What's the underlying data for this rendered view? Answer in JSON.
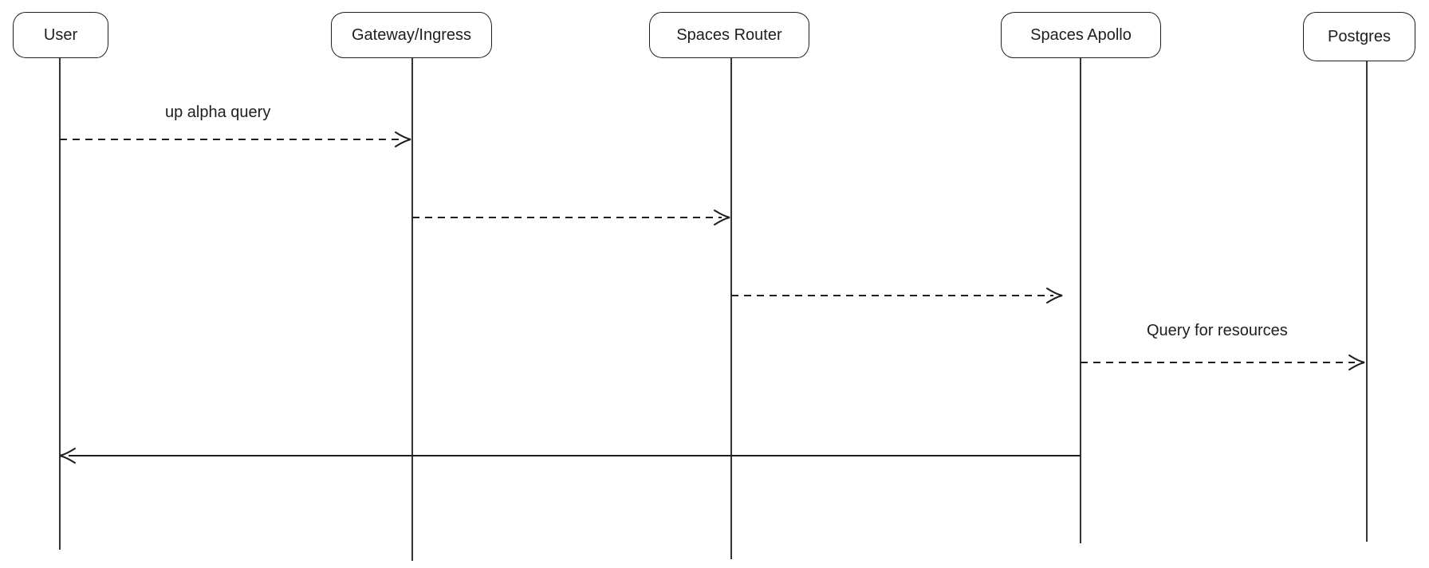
{
  "diagram": {
    "type": "sequence-diagram",
    "style": "hand-drawn",
    "background_color": "#ffffff",
    "stroke_color": "#1e1e1e",
    "actors": [
      {
        "id": "user",
        "label": "User"
      },
      {
        "id": "gateway",
        "label": "Gateway/Ingress"
      },
      {
        "id": "spaces-router",
        "label": "Spaces Router"
      },
      {
        "id": "spaces-apollo",
        "label": "Spaces Apollo"
      },
      {
        "id": "postgres",
        "label": "Postgres"
      }
    ],
    "messages": [
      {
        "from": "User",
        "to": "Gateway/Ingress",
        "label": "up alpha query",
        "line": "dashed",
        "direction": "right"
      },
      {
        "from": "Gateway/Ingress",
        "to": "Spaces Router",
        "label": "",
        "line": "dashed",
        "direction": "right"
      },
      {
        "from": "Spaces Router",
        "to": "Spaces Apollo",
        "label": "",
        "line": "dashed",
        "direction": "right"
      },
      {
        "from": "Spaces Apollo",
        "to": "Postgres",
        "label": "Query for resources",
        "line": "dashed",
        "direction": "right"
      },
      {
        "from": "Spaces Apollo",
        "to": "User",
        "label": "",
        "line": "solid",
        "direction": "left"
      }
    ]
  }
}
